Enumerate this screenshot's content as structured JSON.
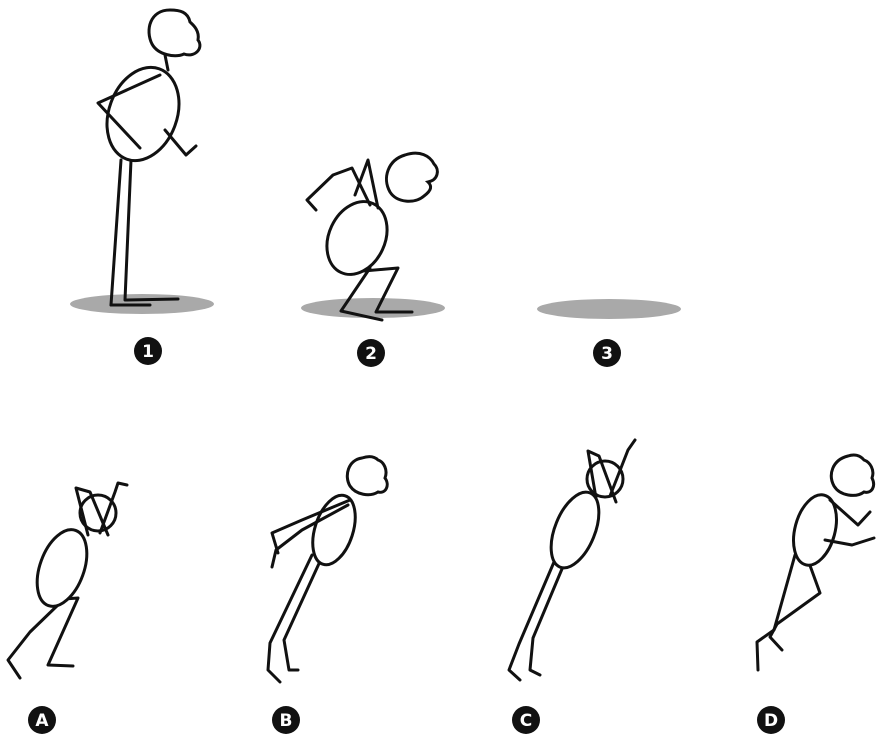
{
  "labels": {
    "frame_1": "1",
    "frame_2": "2",
    "frame_3": "3",
    "option_a": "A",
    "option_b": "B",
    "option_c": "C",
    "option_d": "D"
  },
  "colors": {
    "ink": "#111111",
    "shadow": "#a9a9a9",
    "background": "#ffffff"
  }
}
